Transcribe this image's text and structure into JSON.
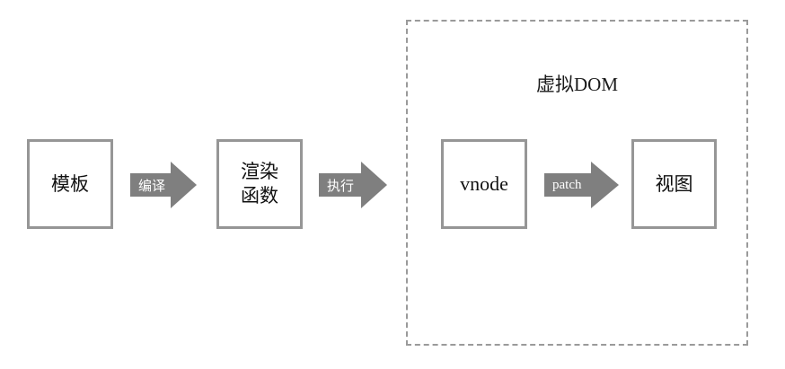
{
  "diagram": {
    "title_hidden": "",
    "container": {
      "label": "虚拟DOM",
      "style": "dashed",
      "border_color": "#9a9a9a"
    },
    "boxes": [
      {
        "id": "template",
        "label": "模板",
        "border_color": "#969696",
        "text_color": "#111111"
      },
      {
        "id": "render",
        "label": "渲染\n函数",
        "border_color": "#969696",
        "text_color": "#111111"
      },
      {
        "id": "vnode",
        "label": "vnode",
        "border_color": "#969696",
        "text_color": "#111111"
      },
      {
        "id": "view",
        "label": "视图",
        "border_color": "#969696",
        "text_color": "#111111"
      }
    ],
    "arrows": [
      {
        "id": "compile",
        "label": "编译",
        "fill": "#7f7f7f",
        "text_color": "#ffffff"
      },
      {
        "id": "execute",
        "label": "执行",
        "fill": "#7f7f7f",
        "text_color": "#ffffff"
      },
      {
        "id": "patch",
        "label": "patch",
        "fill": "#7f7f7f",
        "text_color": "#ffffff"
      }
    ]
  }
}
